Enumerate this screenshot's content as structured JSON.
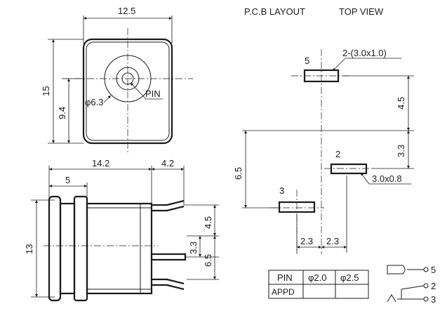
{
  "header": {
    "title": "P.C.B LAYOUT",
    "view": "TOP VIEW"
  },
  "front_view": {
    "width_dim": "12.5",
    "height_dim": "15",
    "center_height_dim": "9.4",
    "hole_diameter": "φ6.3",
    "pin_label": "PIN"
  },
  "side_view": {
    "length_dim": "14.2",
    "tail_dim": "4.2",
    "flange_dim": "5",
    "height_dim": "13",
    "pin_spacing_top": "4.5",
    "pin_spacing_mid": "3.3",
    "pin_spacing_bottom": "6.5"
  },
  "pcb_layout": {
    "pad5_label": "5",
    "pad5_size": "2-(3.0x1.0)",
    "pad2_label": "2",
    "pad2_size": "3.0x0.8",
    "pad3_label": "3",
    "vertical_dim_top": "4.5",
    "vertical_dim_mid": "3.3",
    "vertical_dim_left": "6.5",
    "horizontal_dim_left": "2.3",
    "horizontal_dim_right": "2.3"
  },
  "spec_table": {
    "header": [
      "PIN",
      "φ2.0",
      "φ2.5"
    ],
    "row": [
      "APPD",
      "",
      ""
    ]
  },
  "schematic": {
    "pin_top": "5",
    "pin_mid": "2",
    "pin_bottom": "3"
  }
}
